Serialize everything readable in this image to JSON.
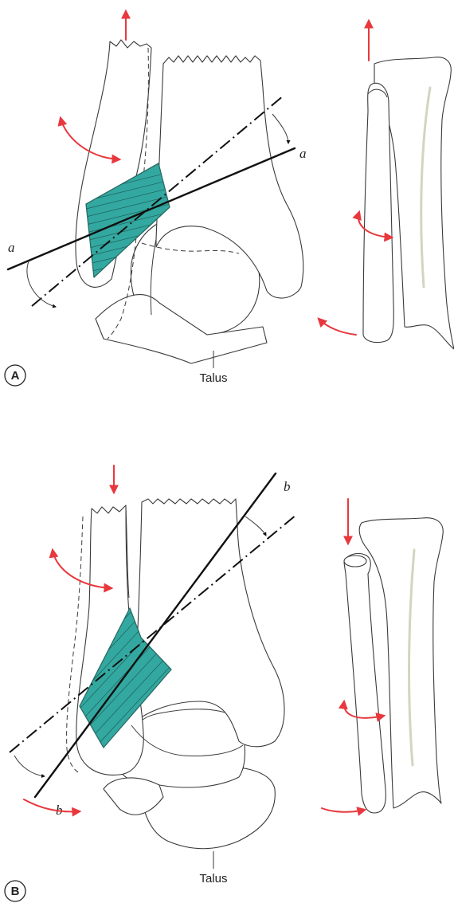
{
  "panels": [
    {
      "id": "A",
      "badge": "A",
      "talus_label": "Talus",
      "axis_label": "a"
    },
    {
      "id": "B",
      "badge": "B",
      "talus_label": "Talus",
      "axis_label": "b"
    }
  ],
  "colors": {
    "ligament": "#33a8a0",
    "arrow": "#e8383d",
    "outline": "#3a3a3a"
  }
}
